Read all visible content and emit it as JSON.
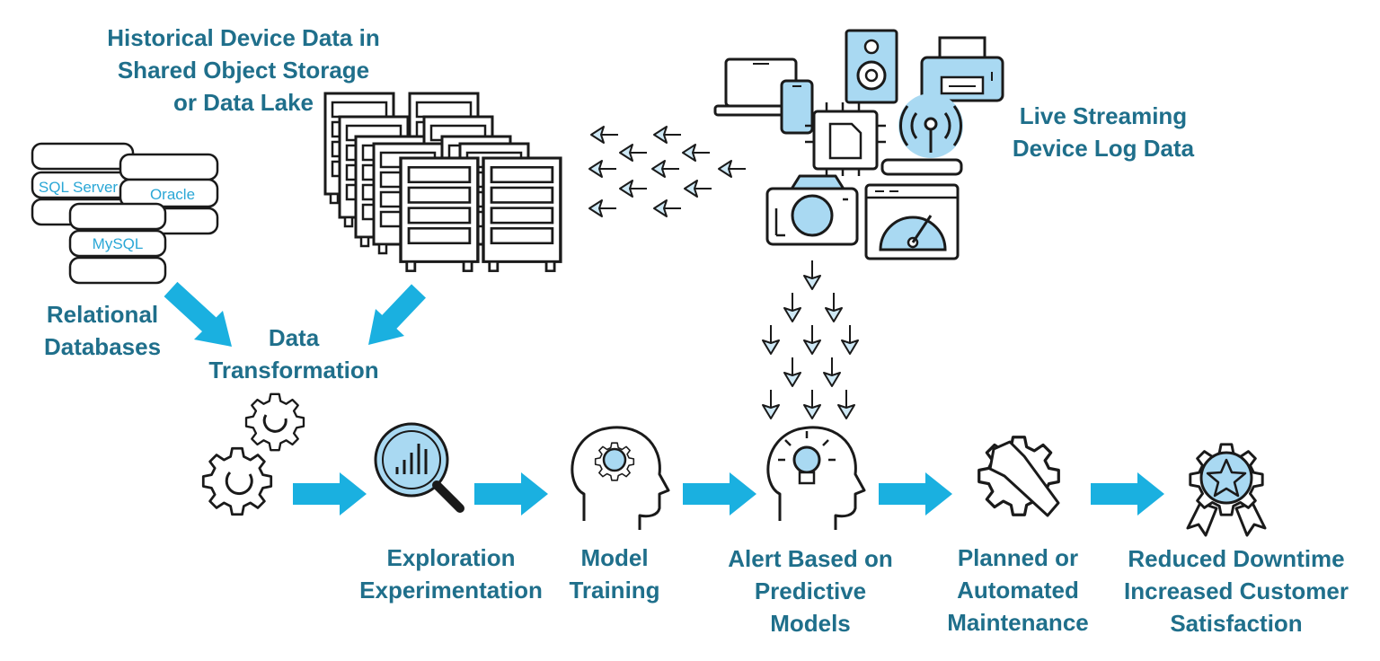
{
  "colors": {
    "label": "#1f6f8b",
    "arrow": "#1ab0e0",
    "icon_fill": "#a9d9f2",
    "db_text": "#2aa7d6",
    "stroke": "#1a1a1a"
  },
  "labels": {
    "historical": [
      "Historical Device Data in",
      "Shared Object Storage",
      "or Data Lake"
    ],
    "live": [
      "Live Streaming",
      "Device Log Data"
    ],
    "relational": [
      "Relational",
      "Databases"
    ],
    "transform": [
      "Data",
      "Transformation"
    ],
    "exploration": [
      "Exploration",
      "Experimentation"
    ],
    "model": [
      "Model",
      "Training"
    ],
    "alert": [
      "Alert Based on",
      "Predictive",
      "Models"
    ],
    "maintenance": [
      "Planned or",
      "Automated",
      "Maintenance"
    ],
    "reduced": [
      "Reduced Downtime",
      "Increased Customer",
      "Satisfaction"
    ]
  },
  "databases": [
    "SQL Server",
    "Oracle",
    "MySQL"
  ],
  "icons": [
    "database-stack-icon",
    "server-rack-icon",
    "laptop-icon",
    "speaker-icon",
    "printer-icon",
    "phone-icon",
    "chip-icon",
    "wifi-tower-icon",
    "router-icon",
    "camera-icon",
    "gauge-icon",
    "gears-icon",
    "magnifier-chart-icon",
    "head-gear-icon",
    "head-lightbulb-icon",
    "wrench-gear-icon",
    "award-badge-icon"
  ]
}
